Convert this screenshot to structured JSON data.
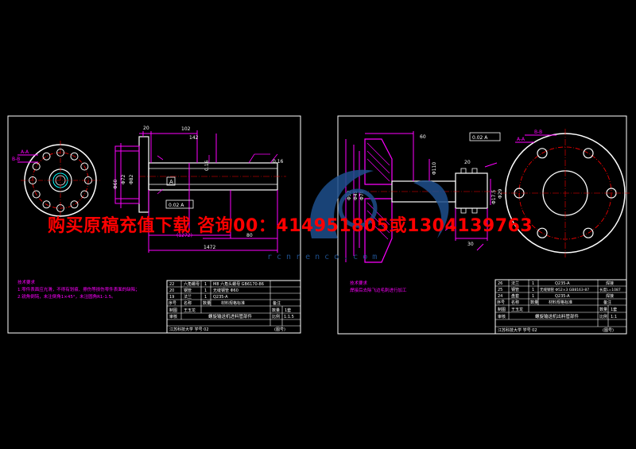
{
  "colors": {
    "background": "#000000",
    "frame": "#ffffff",
    "part_outline": "#ff00ff",
    "dimension": "#ffffff",
    "center_line": "#ff0000",
    "hole": "#ffffff",
    "notes": "#ff00ff",
    "promo": "#ff0000",
    "watermark": "#1e4f8c"
  },
  "watermark": {
    "promo_text": "购买原稿充值下载 咨询00：414951805或1304139763",
    "url_text": "rcnrenco.com"
  },
  "left_sheet": {
    "view_labels": [
      "A-A",
      "B-B"
    ],
    "dimensions": [
      "20",
      "102",
      "142",
      "(1272)",
      "80",
      "1472",
      "Φ60",
      "Φ72",
      "Φ82",
      "0.16",
      "0.16"
    ],
    "tolerance_box": "0.02 A",
    "datum_letter": "A",
    "tech_notes": [
      "技术要求",
      "1.零件表面应光滑，不得有划痕、擦伤等损伤零件表面的缺陷；",
      "2.锐角倒钝，未注倒角1×45°，未注圆角R1-1.5。"
    ],
    "title_block": {
      "rows": [
        [
          "22",
          "六角螺母",
          "1",
          "M8 六角头螺母 GB6170-86",
          ""
        ],
        [
          "20",
          "钢管",
          "1",
          "无缝钢管 Φ60",
          ""
        ],
        [
          "19",
          "法兰",
          "1",
          "Q235-A",
          ""
        ],
        [
          "序号",
          "名称",
          "数量",
          "材料规格标准",
          "备注"
        ]
      ],
      "drawn_label": "制图",
      "drawn_name": "王玉龙",
      "check_label": "审核",
      "drawing_title": "螺旋输送机进料管部件",
      "qty_label": "数量",
      "qty_value": "1套",
      "scale_label": "比例",
      "scale_value": "1:1.5",
      "school": "江苏科技大学 学号 02",
      "sheet_no": "(图号)"
    }
  },
  "right_sheet": {
    "view_labels": [
      "B-B",
      "A-A"
    ],
    "dimensions": [
      "60",
      "Φ52",
      "Φ45",
      "Φ70",
      "Φ110",
      "20",
      "30",
      "Φ17.5",
      "Φ29"
    ],
    "tolerance_box": "0.02 A",
    "tech_notes": [
      "技术要求",
      "焊接后去除飞边毛刺进行加工"
    ],
    "title_block": {
      "rows": [
        [
          "26",
          "法兰",
          "1",
          "Q235-A",
          "焊接"
        ],
        [
          "25",
          "钢管",
          "1",
          "无缝钢管 Φ52×3 GB8163-87",
          "长度L=1087"
        ],
        [
          "24",
          "盘套",
          "1",
          "Q235-A",
          "焊接"
        ],
        [
          "序号",
          "名称",
          "数量",
          "材料规格标准",
          "备注"
        ]
      ],
      "drawn_label": "制图",
      "drawn_name": "王玉龙",
      "check_label": "审核",
      "drawing_title": "螺旋输送机出料管部件",
      "qty_label": "数量",
      "qty_value": "1套",
      "scale_label": "比例",
      "scale_value": "1:1",
      "school": "江苏科技大学 学号 02",
      "sheet_no": "(图号)"
    }
  }
}
